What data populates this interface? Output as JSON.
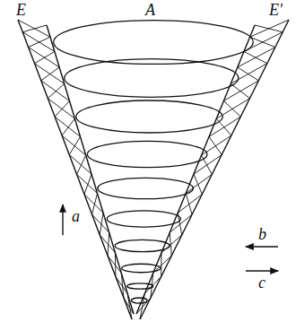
{
  "diagram": {
    "labels": [
      "E",
      "A",
      "E'",
      "a",
      "b",
      "c"
    ]
  }
}
